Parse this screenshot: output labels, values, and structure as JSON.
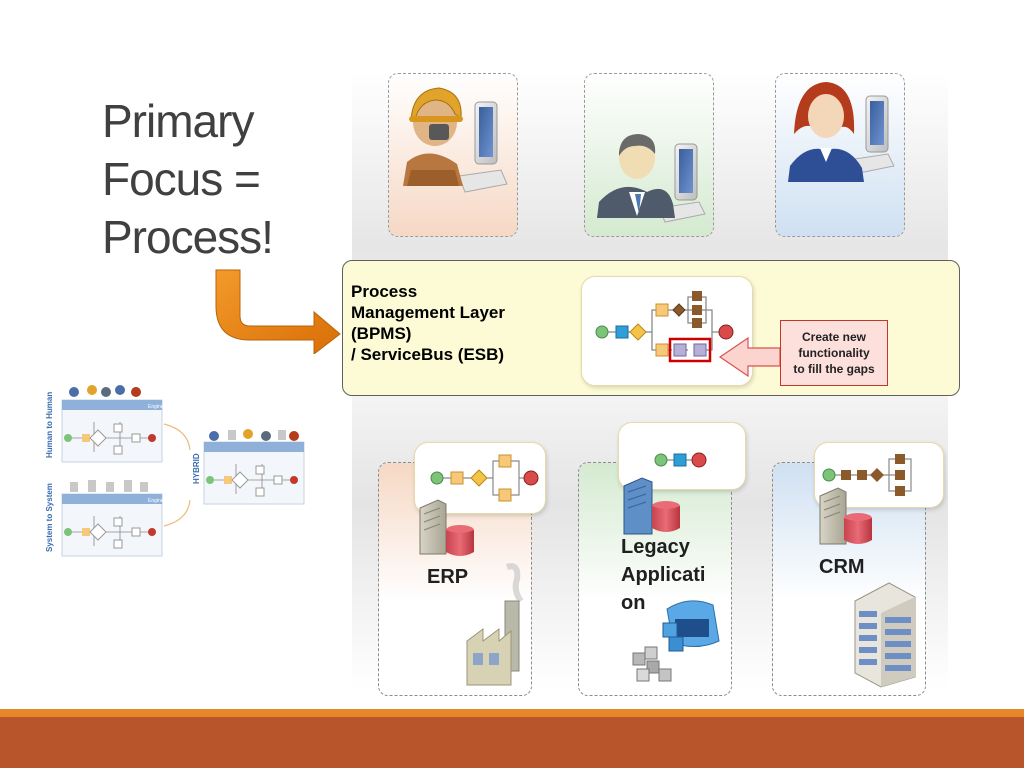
{
  "title": "Primary\nFocus =\nProcess!",
  "bpms": {
    "label": "Process\nManagement Layer\n(BPMS)\n/ ServiceBus (ESB)",
    "callout": "Create new\nfunctionality\nto fill the gaps"
  },
  "users": [
    {
      "icon": "worker-at-computer-icon",
      "tint": "#f6dccb"
    },
    {
      "icon": "businessman-at-computer-icon",
      "tint": "#d9ecd4"
    },
    {
      "icon": "businesswoman-at-computer-icon",
      "tint": "#d5e4f3"
    }
  ],
  "systems": [
    {
      "label": "ERP",
      "tint": "#f6dccb",
      "icon": "factory-icon"
    },
    {
      "label": "Legacy\n  Applicati\n     on",
      "tint": "#d9ecd4",
      "icon": "modules-icon"
    },
    {
      "label": "CRM",
      "tint": "#d5e4f3",
      "icon": "office-building-icon"
    }
  ],
  "side_diagram": {
    "labels": [
      "Human to Human",
      "System to System",
      "HYBRID"
    ],
    "engine_label": "Engine"
  },
  "colors": {
    "footer_bar": "#b9552a",
    "footer_stripe": "#e8862a",
    "arrow": "#e07d10",
    "bpms_fill": "#fdfbd6",
    "highlight": "#cc0000"
  }
}
